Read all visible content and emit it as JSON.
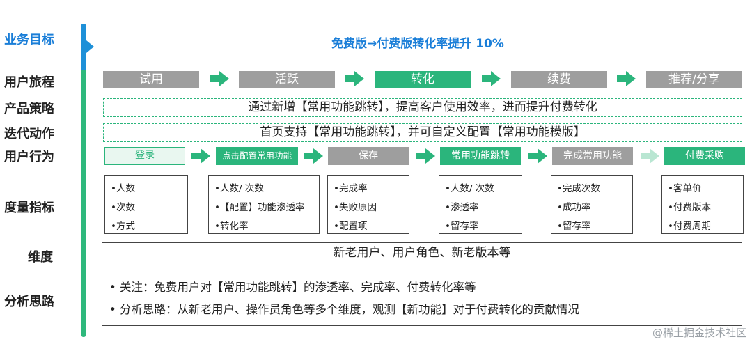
{
  "labels": {
    "goal": "业务目标",
    "journey": "用户旅程",
    "strategy": "产品策略",
    "iteration": "迭代动作",
    "behavior": "用户行为",
    "metrics": "度量指标",
    "dimension": "维度",
    "analysis": "分析思路"
  },
  "goal_text": "免费版→付费版转化率提升 10%",
  "journey": [
    "试用",
    "活跃",
    "转化",
    "续费",
    "推荐/分享"
  ],
  "strategy": "通过新增【常用功能跳转】，提高客户使用效率，进而提升付费转化",
  "iteration": "首页支持【常用功能跳转】，并可自定义配置【常用功能模版】",
  "behavior": [
    "登录",
    "点击配置常用功能",
    "保存",
    "常用功能跳转",
    "完成常用功能",
    "付费采购"
  ],
  "metric_boxes": [
    [
      "•人数",
      "•次数",
      "•方式"
    ],
    [
      "•人数/ 次数",
      "•【配置】功能渗透率",
      "•转化率"
    ],
    [
      "•完成率",
      "•失败原因",
      "•配置项"
    ],
    [
      "•人数/ 次数",
      "•渗透率",
      "•留存率"
    ],
    [
      "•完成次数",
      "•成功率",
      "•留存率"
    ],
    [
      "•客单价",
      "•付费版本",
      "•付费周期"
    ]
  ],
  "dimension": "新老用户、用户角色、新老版本等",
  "analysis": [
    "• 关注：免费用户对【常用功能跳转】的渗透率、完成率、付费转化率等",
    "• 分析思路：从新老用户、操作员角色等多个维度，观测【新功能】对于付费转化的贡献情况"
  ],
  "watermark": "@稀土掘金技术社区",
  "colors": {
    "blue": "#1a7ed8",
    "green": "#2bb57c",
    "gray": "#9e9e9e"
  }
}
